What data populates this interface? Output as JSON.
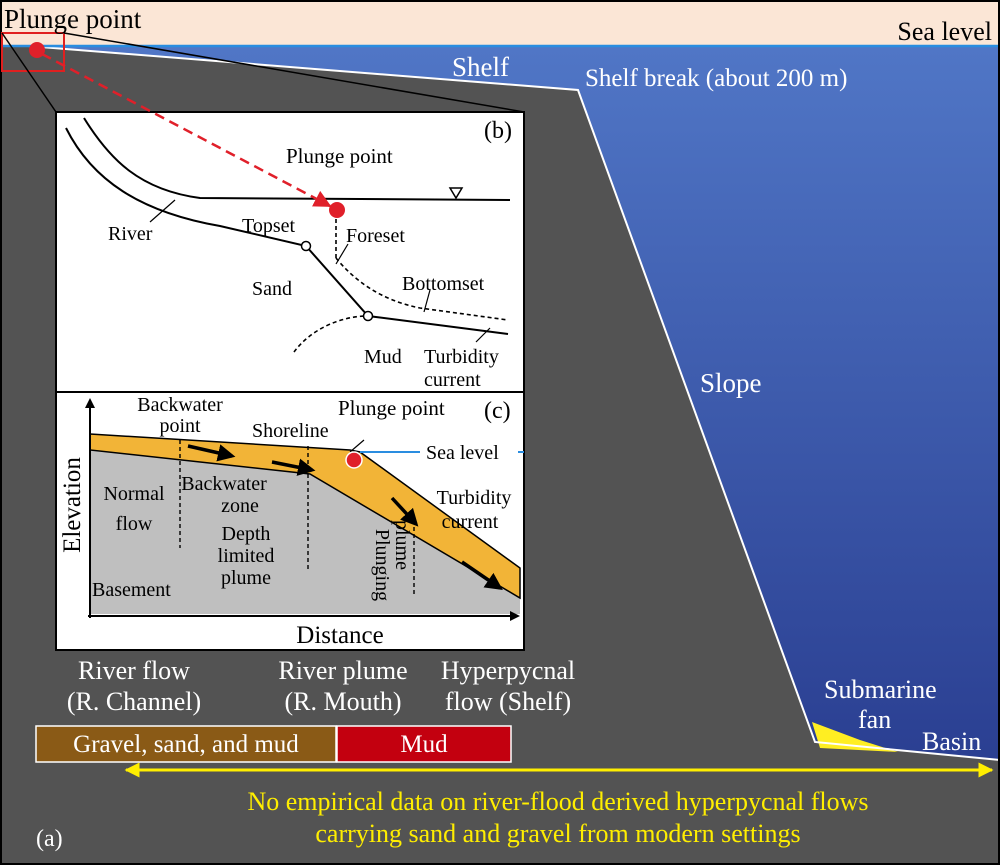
{
  "main": {
    "plunge_point": "Plunge point",
    "sea_level": "Sea level",
    "shelf": "Shelf",
    "shelf_break": "Shelf break (about 200 m)",
    "slope": "Slope",
    "submarine_fan_1": "Submarine",
    "submarine_fan_2": "fan",
    "basin": "Basin",
    "panel_label": "(a)",
    "no_data_line1": "No empirical data on river-flood derived hyperpycnal flows",
    "no_data_line2": "carrying sand and gravel from modern settings"
  },
  "panel_b": {
    "label": "(b)",
    "plunge_point": "Plunge point",
    "river": "River",
    "topset": "Topset",
    "foreset": "Foreset",
    "sand": "Sand",
    "bottomset": "Bottomset",
    "mud": "Mud",
    "turbidity_1": "Turbidity",
    "turbidity_2": "current"
  },
  "panel_c": {
    "label": "(c)",
    "backwater_point_1": "Backwater",
    "backwater_point_2": "point",
    "plunge_point": "Plunge point",
    "shoreline": "Shoreline",
    "sea_level": "Sea level",
    "normal_flow_1": "Normal",
    "normal_flow_2": "flow",
    "backwater_zone_1": "Backwater",
    "backwater_zone_2": "zone",
    "depth_limited_1": "Depth",
    "depth_limited_2": "limited",
    "depth_limited_3": "plume",
    "plunging_1": "Plunging",
    "plunging_2": "plume",
    "turbidity_1": "Turbidity",
    "turbidity_2": "current",
    "basement": "Basement",
    "y_axis": "Elevation",
    "x_axis": "Distance"
  },
  "bottom": {
    "river_flow_1": "River flow",
    "river_flow_2": "(R. Channel)",
    "river_plume_1": "River plume",
    "river_plume_2": "(R. Mouth)",
    "hyperpycnal_1": "Hyperpycnal",
    "hyperpycnal_2": "flow (Shelf)",
    "gravel_box": "Gravel, sand, and mud",
    "mud_box": "Mud"
  },
  "colors": {
    "seafloor": "#535353",
    "sky": "#fbe6d6",
    "sea_top": "#4f73c3",
    "sea_bottom": "#283a8a",
    "sea_level_line": "#2a8de0",
    "plume": "#f2b437",
    "basement": "#bfbfbf",
    "gravel_box": "#8a5a16",
    "mud_box": "#c3000f",
    "red_dot": "#e0202a",
    "yellow": "#ffee00",
    "fan": "#ffee22"
  }
}
